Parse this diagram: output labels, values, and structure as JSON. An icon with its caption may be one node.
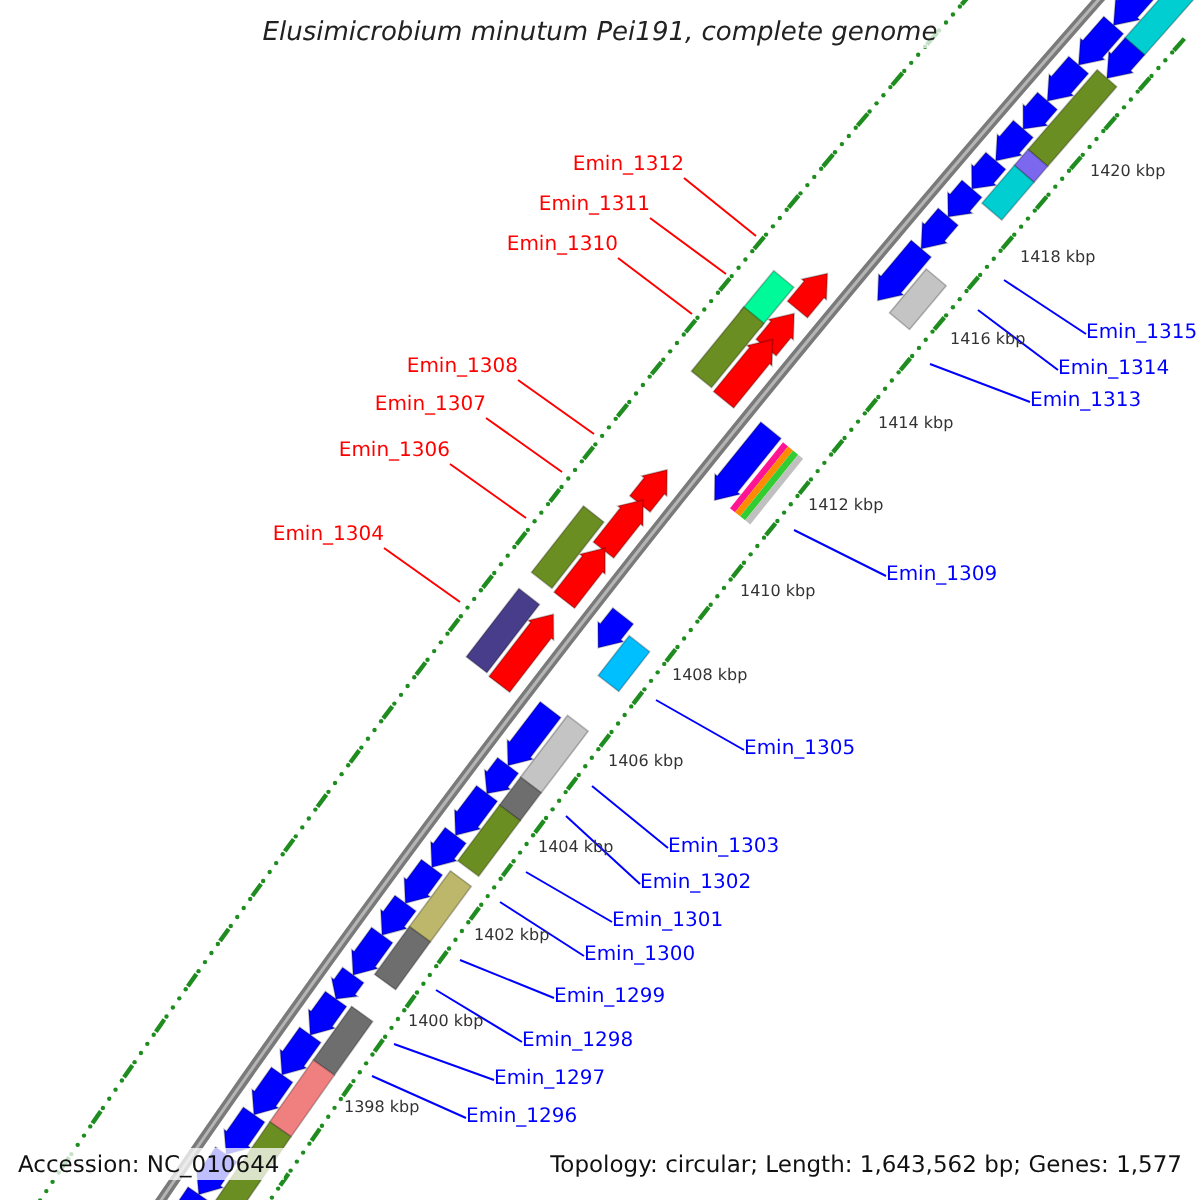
{
  "diagram": {
    "title": "Elusimicrobium minutum Pei191, complete genome",
    "nodes": [
      {
        "text": [
          "Emin_1312"
        ]
      },
      {
        "text": [
          "Emin_1311"
        ]
      },
      {
        "text": [
          "Emin_1310"
        ]
      },
      {
        "text": [
          "Emin_1315"
        ]
      },
      {
        "text": [
          "Emin_1308"
        ]
      },
      {
        "text": [
          "Emin_1314"
        ]
      },
      {
        "text": [
          "Emin_1313"
        ]
      },
      {
        "text": [
          "Emin_1307"
        ]
      },
      {
        "text": [
          "Emin_1306"
        ]
      },
      {
        "text": [
          "Emin_1304"
        ]
      },
      {
        "text": [
          "Emin_1309"
        ]
      },
      {
        "text": [
          "Emin_1305"
        ]
      },
      {
        "text": [
          "Emin_1303"
        ]
      },
      {
        "text": [
          "Emin_1302"
        ]
      },
      {
        "text": [
          "Emin_1301"
        ]
      },
      {
        "text": [
          "Emin_1300"
        ]
      },
      {
        "text": [
          "Emin_1299"
        ]
      },
      {
        "text": [
          "Emin_1298"
        ]
      },
      {
        "text": [
          "Emin_1297"
        ]
      },
      {
        "text": [
          "Emin_1296"
        ]
      }
    ],
    "edges": [
      {
        "from": 0,
        "to": null,
        "arrow": "none",
        "color": "#ff0000"
      },
      {
        "from": 1,
        "to": null,
        "arrow": "none",
        "color": "#ff0000"
      },
      {
        "from": 2,
        "to": null,
        "arrow": "none",
        "color": "#ff0000"
      },
      {
        "from": 3,
        "to": null,
        "arrow": "none"
      },
      {
        "from": 4,
        "to": null,
        "arrow": "none",
        "color": "#ff0000"
      },
      {
        "from": 5,
        "to": null,
        "arrow": "none"
      },
      {
        "from": 6,
        "to": null,
        "arrow": "none"
      },
      {
        "from": 7,
        "to": null,
        "arrow": "none",
        "color": "#ff0000"
      },
      {
        "from": 8,
        "to": null,
        "arrow": "none",
        "color": "#ff0000"
      },
      {
        "from": 9,
        "to": null,
        "arrow": "none",
        "color": "#ff0000"
      },
      {
        "from": 10,
        "to": null,
        "arrow": "none"
      },
      {
        "from": 11,
        "to": null,
        "arrow": "none"
      },
      {
        "from": 12,
        "to": null,
        "arrow": "none"
      },
      {
        "from": 13,
        "to": null,
        "arrow": "none"
      },
      {
        "from": 14,
        "to": null,
        "arrow": "none"
      },
      {
        "from": 15,
        "to": null,
        "arrow": "none"
      },
      {
        "from": 16,
        "to": null,
        "arrow": "none"
      },
      {
        "from": 17,
        "to": null,
        "arrow": "none"
      },
      {
        "from": 18,
        "to": null,
        "arrow": "none"
      },
      {
        "from": 19,
        "to": null,
        "arrow": "none"
      }
    ],
    "labels": [
      "1420 kbp",
      "1418 kbp",
      "1416 kbp",
      "1414 kbp",
      "1412 kbp",
      "1410 kbp",
      "1408 kbp",
      "1406 kbp",
      "1404 kbp",
      "1402 kbp",
      "1400 kbp",
      "1398 kbp",
      "Accession: NC_010644",
      "Topology: circular; Length: 1,643,562 bp; Genes: 1,577"
    ]
  }
}
